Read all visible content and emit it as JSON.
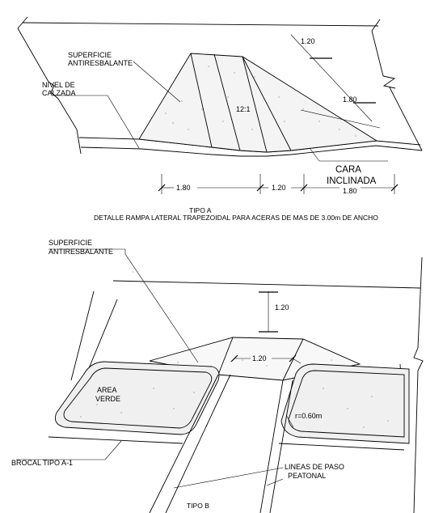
{
  "tipo_a": {
    "label_superficie_1": "SUPERFICIE",
    "label_superficie_2": "ANTIRESBALANTE",
    "label_nivel_1": "NIVEL DE",
    "label_nivel_2": "CALZADA",
    "dim_top": "1.20",
    "dim_right": "1.80",
    "slope": "12:1",
    "label_cara_1": "CARA",
    "label_cara_2": "INCLINADA",
    "dim_bottom_left": "1.80",
    "dim_bottom_mid": "1.20",
    "dim_bottom_right": "1.80",
    "caption_title": "TIPO A",
    "caption_detail": "DETALLE RAMPA LATERAL TRAPEZOIDAL PARA ACERAS DE MAS DE 3.00m DE ANCHO"
  },
  "tipo_b": {
    "label_superficie_1": "SUPERFICIE",
    "label_superficie_2": "ANTIRESBALANTE",
    "dim_top": "1.20",
    "dim_mid": "1.20",
    "label_area_1": "AREA",
    "label_area_2": "VERDE",
    "radius": "r=0.60m",
    "label_brocal": "BROCAL TIPO A-1",
    "label_lineas_1": "LINEAS DE PASO",
    "label_lineas_2": "PEATONAL",
    "caption_title": "TIPO B"
  }
}
